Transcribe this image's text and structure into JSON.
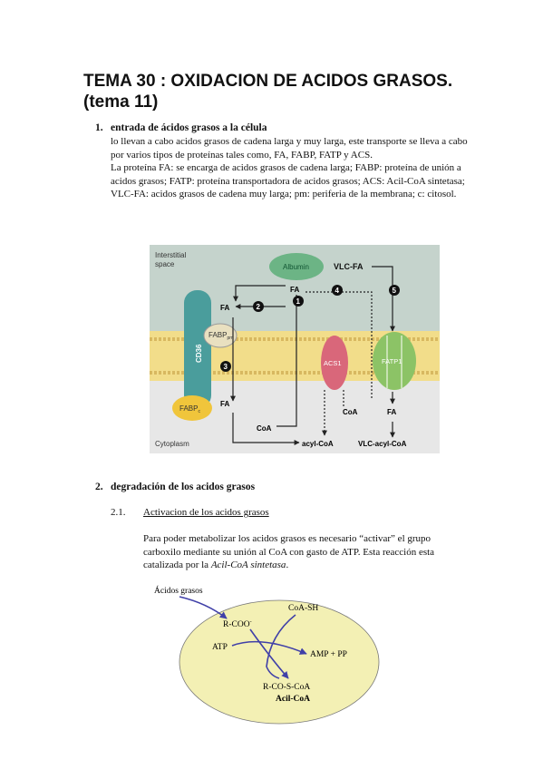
{
  "title": "TEMA 30 : OXIDACION DE ACIDOS GRASOS. (tema 11)",
  "section1": {
    "number": "1.",
    "heading": "entrada de ácidos grasos a la célula",
    "para1": "lo llevan a cabo acidos grasos de cadena larga y muy larga, este transporte se lleva a cabo por varios tipos de proteínas tales como, FA, FABP, FATP y ACS.",
    "para2": "La proteína FA: se encarga de acidos grasos de cadena larga; FABP: proteína de unión a acidos grasos; FATP: proteína transportadora de acidos grasos; ACS: Acil-CoA sintetasa; VLC-FA: acidos grasos de cadena muy larga; pm: periferia de la membrana; c: citosol."
  },
  "figure1": {
    "interstitial": "Interstitial",
    "space": "space",
    "albumin": "Albumin",
    "vlcfa": "VLC-FA",
    "fa": "FA",
    "cd36": "CD36",
    "fabp_pm": "FABP",
    "pm_sub": "pm",
    "fabp_c": "FABP",
    "c_sub": "c",
    "acs1": "ACS1",
    "fatp1": "FATP1",
    "coa": "CoA",
    "cytoplasm": "Cytoplasm",
    "acylcoa": "acyl-CoA",
    "vlcacylcoa": "VLC-acyl-CoA",
    "n1": "1",
    "n2": "2",
    "n3": "3",
    "n4": "4",
    "n5": "5"
  },
  "section2": {
    "number": "2.",
    "heading": "degradación de los acidos grasos",
    "sub_number": "2.1.",
    "sub_title": "Activacion de los acidos grasos",
    "para_a": "Para poder metabolizar los acidos grasos es necesario “activar” el grupo carboxilo mediante su unión al CoA con gasto de ATP. Esta reacción esta catalizada por la ",
    "para_em": "Acil-CoA sintetasa",
    "para_end": "."
  },
  "figure2": {
    "acidos": "Ácidos grasos",
    "rcoo": "R-COO",
    "minus": "-",
    "coash": "CoA-SH",
    "atp": "ATP",
    "amppp": "AMP + PP",
    "rcosc": "R-CO-S-CoA",
    "acilcoa": "Acil-CoA"
  },
  "colors": {
    "membrane": "#f2dd8a",
    "interstitial": "#c5d3cc",
    "cytoplasm": "#e7e7e7",
    "cd36": "#4a9d9c",
    "albumin": "#6cb485",
    "acs1": "#d9677a",
    "fatp1": "#8cc366",
    "fabp_c": "#f0c53b",
    "fig2_fill": "#f3f0b4",
    "fig2_arrow": "#4040a8"
  }
}
